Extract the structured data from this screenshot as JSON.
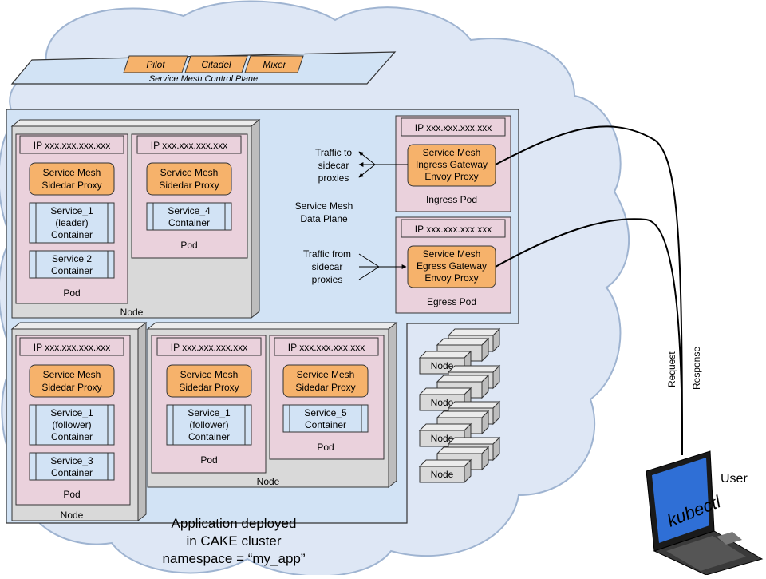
{
  "control_plane": {
    "title": "Service Mesh Control Plane",
    "components": [
      "Pilot",
      "Citadel",
      "Mixer"
    ]
  },
  "data_plane": {
    "line1": "Service Mesh",
    "line2": "Data Plane"
  },
  "ip": "IP xxx.xxx.xxx.xxx",
  "proxy": {
    "line1": "Service Mesh",
    "line2": "Sidedar Proxy"
  },
  "pod_label": "Pod",
  "node_label": "Node",
  "containers": {
    "s1_leader": [
      "Service_1",
      "(leader)",
      "Container"
    ],
    "s2": [
      "Service 2",
      "Container"
    ],
    "s4": [
      "Service_4",
      "Container"
    ],
    "s1_follower": [
      "Service_1",
      "(follower)",
      "Container"
    ],
    "s3": [
      "Service_3",
      "Container"
    ],
    "s5": [
      "Service_5",
      "Container"
    ]
  },
  "ingress": {
    "line1": "Service Mesh",
    "line2": "Ingress Gateway",
    "line3": "Envoy Proxy",
    "pod": "Ingress Pod",
    "traffic": [
      "Traffic to",
      "sidecar",
      "proxies"
    ]
  },
  "egress": {
    "line1": "Service Mesh",
    "line2": "Egress Gateway",
    "line3": "Envoy Proxy",
    "pod": "Egress Pod",
    "traffic": [
      "Traffic from",
      "sidecar",
      "proxies"
    ]
  },
  "caption": {
    "line1": "Application deployed",
    "line2": "in CAKE cluster",
    "line3": "namespace = “my_app”"
  },
  "user": {
    "label": "User",
    "tool": "kubectl",
    "request": "Request",
    "response": "Response"
  },
  "colors": {
    "cloud": "#dee7f5",
    "blue_panel": "#d2e3f5",
    "pod": "#ead1dc",
    "proxy": "#f6b26b",
    "node_gray": "#d9d9d9",
    "container": "#d2e3f5"
  }
}
